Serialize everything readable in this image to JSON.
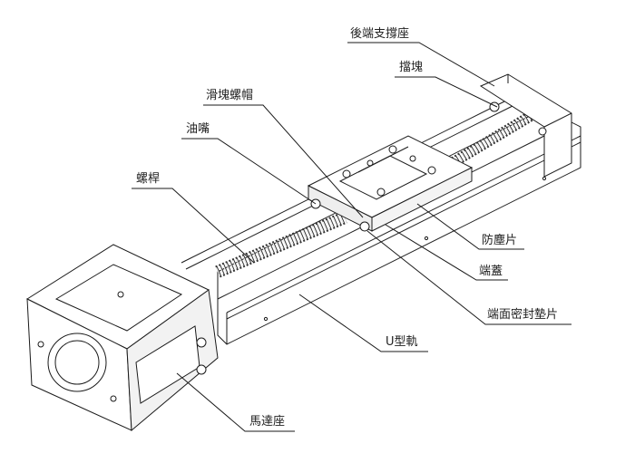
{
  "labels": {
    "rear_support": "後端支撐座",
    "stopper": "擋塊",
    "slider_nut": "滑塊螺帽",
    "grease_nipple": "油嘴",
    "screw": "螺桿",
    "dust_cover": "防塵片",
    "end_cap": "端蓋",
    "end_seal": "端面密封墊片",
    "u_rail": "U型軌",
    "motor_seat": "馬達座"
  },
  "colors": {
    "line": "#1a1a1a",
    "face": "#ffffff",
    "shade": "#e6e6e6"
  }
}
